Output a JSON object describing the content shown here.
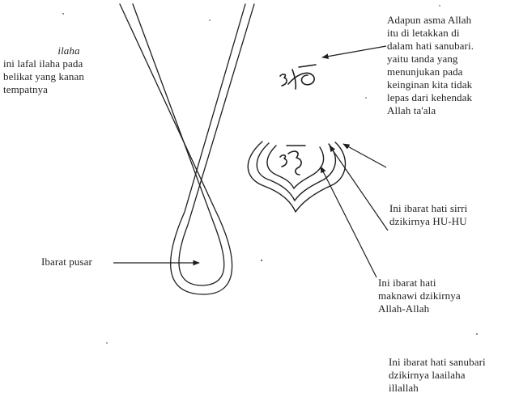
{
  "labels": {
    "ilaha": {
      "title": "ilaha",
      "lines": [
        "ini lafal ilaha pada",
        "belikat yang kanan",
        "tempatnya"
      ]
    },
    "asma_allah": {
      "lines": [
        "Adapun asma Allah",
        "itu di letakkan di",
        "dalam hati sanubari.",
        "yaitu tanda yang",
        "menunjukan pada",
        "keinginan kita tidak",
        "lepas dari kehendak",
        "Allah ta'ala"
      ]
    },
    "pusar": {
      "text": "Ibarat pusar"
    },
    "sirri": {
      "lines": [
        "Ini ibarat hati sirri",
        "dzikirnya HU-HU"
      ]
    },
    "maknawi": {
      "lines": [
        "Ini ibarat hati",
        "maknawi dzikirnya",
        "Allah-Allah"
      ]
    },
    "sanubari": {
      "lines": [
        "Ini ibarat hati sanubari",
        "dzikirnya laailaha",
        "illallah"
      ]
    }
  },
  "colors": {
    "ink": "#1e1e1e",
    "paper": "#ffffff"
  }
}
